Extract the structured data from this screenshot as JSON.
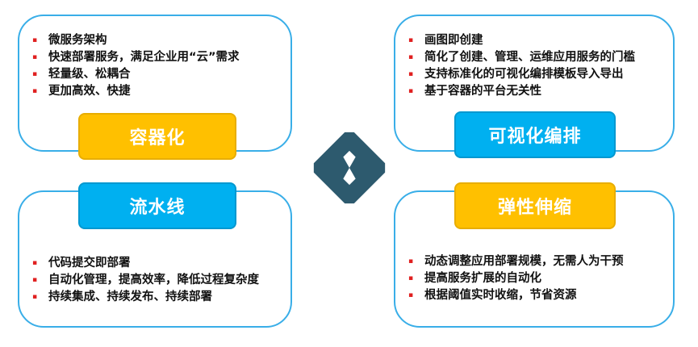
{
  "quadrants": {
    "top_left": {
      "label": "容器化",
      "items": [
        "微服务架构",
        "快速部署服务，满足企业用“云”需求",
        "轻量级、松耦合",
        "更加高效、快捷"
      ]
    },
    "top_right": {
      "label": "可视化编排",
      "items": [
        "画图即创建",
        "简化了创建、管理、运维应用服务的门槛",
        "支持标准化的可视化编排模板导入导出",
        "基于容器的平台无关性"
      ]
    },
    "bottom_left": {
      "label": "流水线",
      "items": [
        "代码提交即部署",
        "自动化管理，提高效率，降低过程复杂度",
        "持续集成、持续发布、持续部署"
      ]
    },
    "bottom_right": {
      "label": "弹性伸缩",
      "items": [
        "动态调整应用部署规模，无需人为干预",
        "提高服务扩展的自动化",
        "根据阈值实时收缩，节省资源"
      ]
    }
  },
  "colors": {
    "card_border": "#39aee8",
    "label_yellow": "#ffc000",
    "label_blue": "#00b0f0",
    "bullet_red": "#e02020",
    "logo_dark": "#2d5a6e"
  },
  "icons": {
    "center": "diamond-logo-icon",
    "bullet": "square-bullet-icon"
  }
}
